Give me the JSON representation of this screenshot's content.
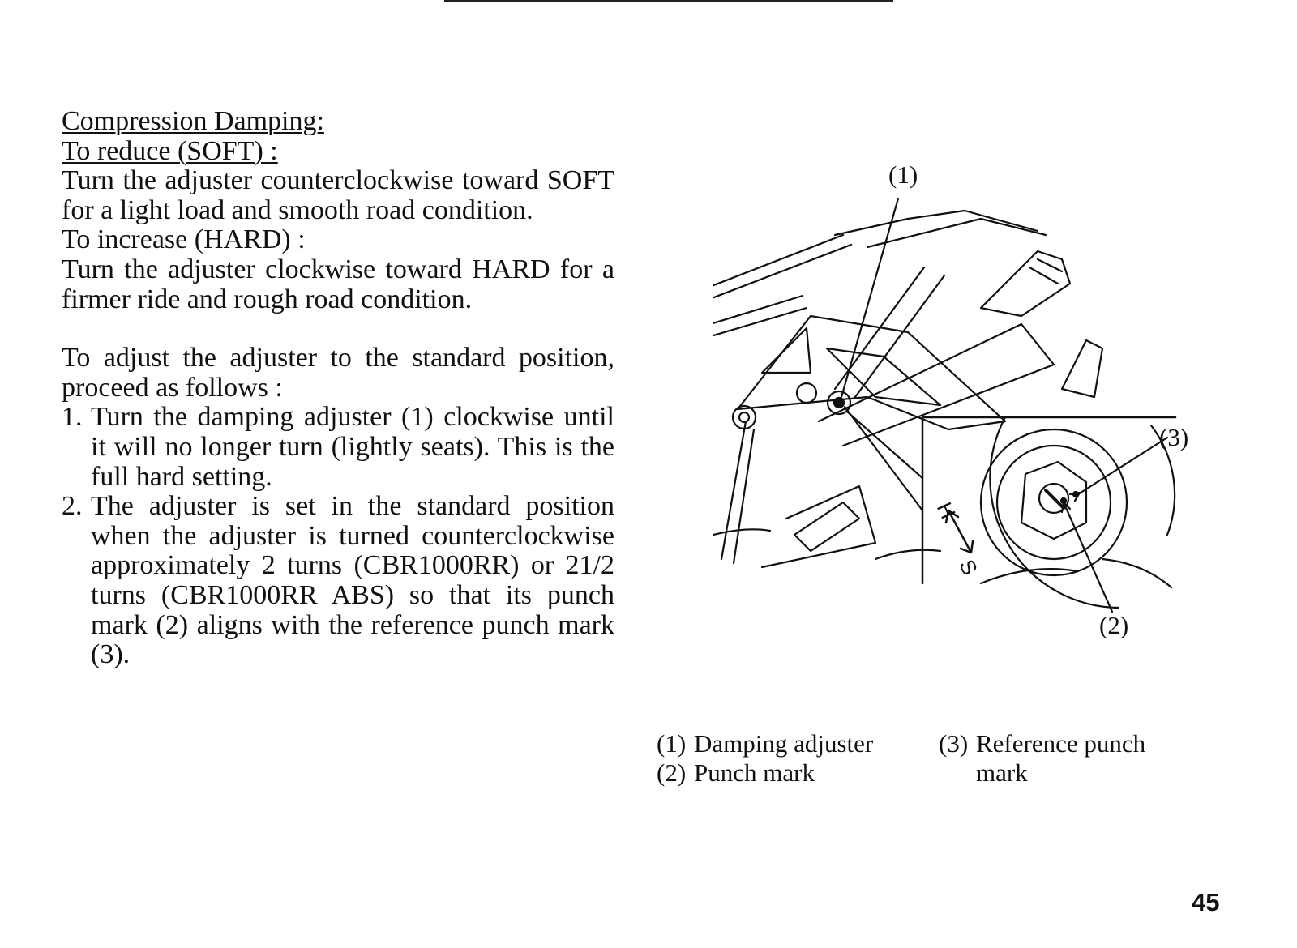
{
  "section": {
    "heading": "Compression Damping:",
    "reduce_label": "To reduce (SOFT) :",
    "reduce_text": "Turn the adjuster counterclockwise toward SOFT for a light load and smooth road condition.",
    "increase_label": "To increase (HARD) :",
    "increase_text": "Turn the adjuster clockwise toward HARD for a firmer ride and rough road condition.",
    "standard_intro": "To adjust the adjuster to the standard position, proceed as follows :",
    "steps": [
      {
        "num": "1.",
        "text": "Turn the damping adjuster (1) clockwise until it will no longer turn (lightly seats). This is the full hard setting."
      },
      {
        "num": "2.",
        "text": "The adjuster is set in the standard position when the adjuster is turned counterclockwise approximately 2 turns (CBR1000RR) or 21/2 turns (CBR1000RR ABS) so that its punch mark (2) aligns with the reference punch mark (3)."
      }
    ]
  },
  "figure": {
    "callouts": [
      "(1)",
      "(2)",
      "(3)"
    ],
    "scale_letters": {
      "hard": "H",
      "soft": "S"
    }
  },
  "captions": [
    {
      "num": "(1)",
      "label": "Damping adjuster"
    },
    {
      "num": "(2)",
      "label": "Punch mark"
    },
    {
      "num": "(3)",
      "label_line1": "Reference punch",
      "label_line2": "mark"
    }
  ],
  "page_number": "45"
}
